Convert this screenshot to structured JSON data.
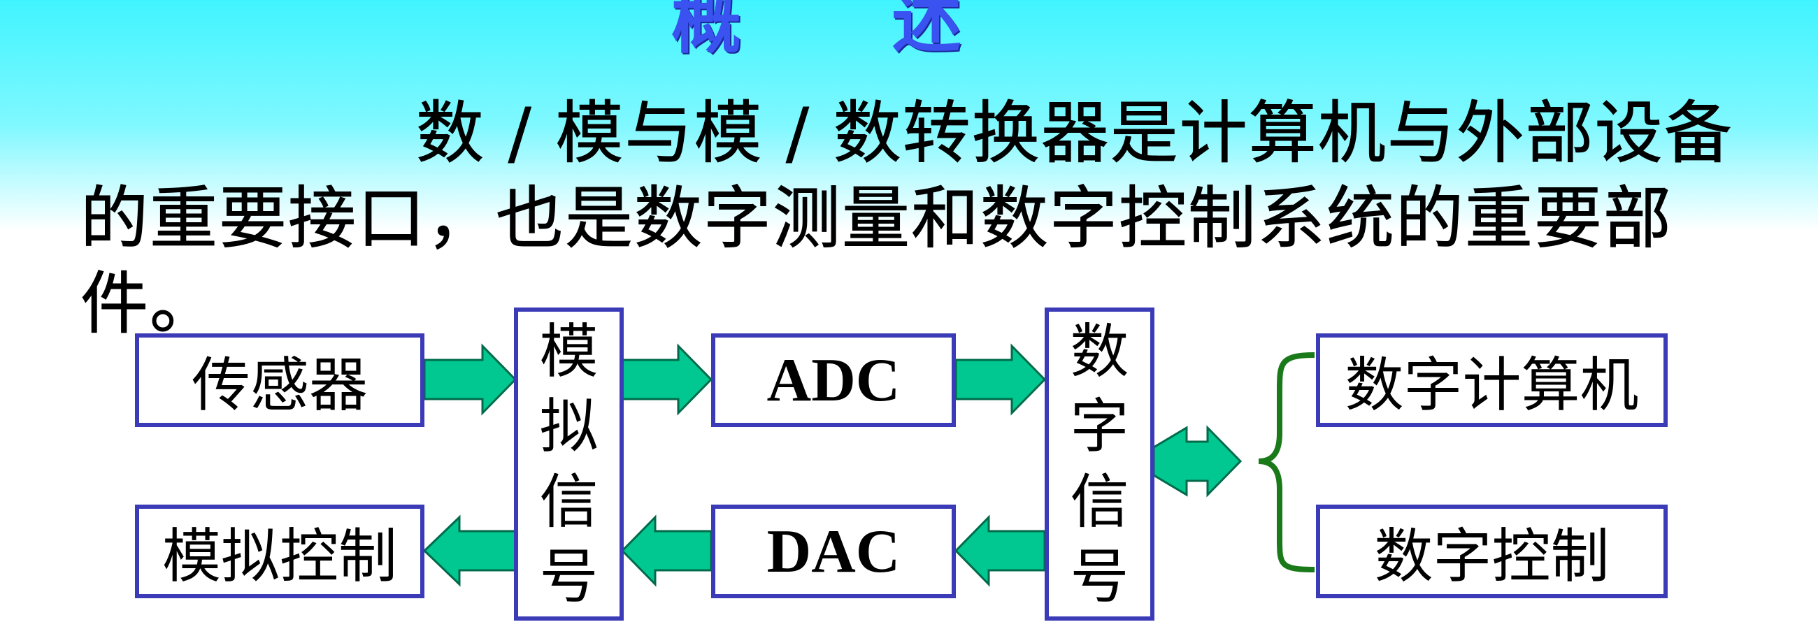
{
  "title": "概 述",
  "paragraph": "数 / 模与模 / 数转换器是计算机与外部设备的重要接口，也是数字测量和数字控制系统的重要部件。",
  "diagram": {
    "sensor": "传感器",
    "analog_control": "模拟控制",
    "analog_signal_chars": [
      "模",
      "拟",
      "信",
      "号"
    ],
    "adc": "ADC",
    "dac": "DAC",
    "digital_signal_chars": [
      "数",
      "字",
      "信",
      "号"
    ],
    "digital_computer": "数字计算机",
    "digital_control": "数字控制"
  },
  "colors": {
    "box_border": "#3b3bb8",
    "arrow_fill": "#00c890",
    "brace": "#1a7a1a",
    "title": "#3a52f0"
  }
}
